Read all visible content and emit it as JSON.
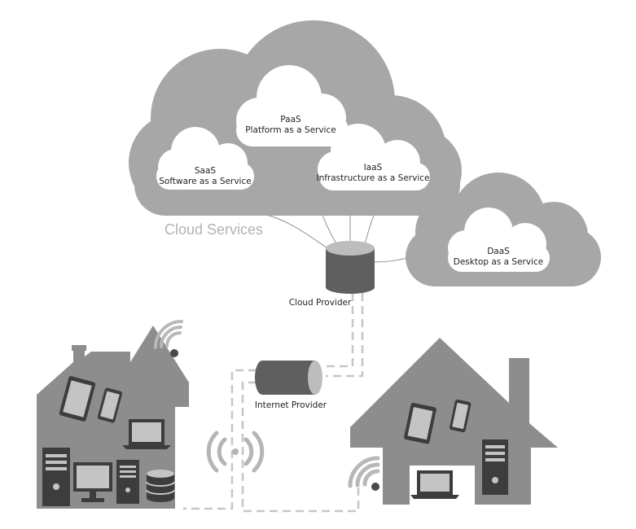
{
  "cloud_services": {
    "title": "Cloud Services",
    "saas": {
      "name": "SaaS",
      "desc": "Software as a Service"
    },
    "paas": {
      "name": "PaaS",
      "desc": "Platform as a Service"
    },
    "iaas": {
      "name": "IaaS",
      "desc": "Infrastructure as a Service"
    }
  },
  "daas": {
    "name": "DaaS",
    "desc": "Desktop as a Service"
  },
  "cloud_provider": {
    "label": "Cloud Provider"
  },
  "internet_provider": {
    "label": "Internet Provider"
  },
  "colors": {
    "cloud_fill": "#a7a7a7",
    "inner_cloud_fill": "#ffffff",
    "house_fill": "#8d8d8d",
    "cylinder_body": "#606060",
    "cylinder_top": "#bdbdbd",
    "device_dark": "#3d3d3d",
    "device_light": "#c4c4c4",
    "dashed_line": "#c8c8c8"
  },
  "icons": [
    "wifi-icon",
    "tablet-icon",
    "smartphone-icon",
    "laptop-icon",
    "desktop-tower-icon",
    "monitor-icon",
    "database-icon",
    "broadcast-icon",
    "server-cylinder-icon"
  ]
}
